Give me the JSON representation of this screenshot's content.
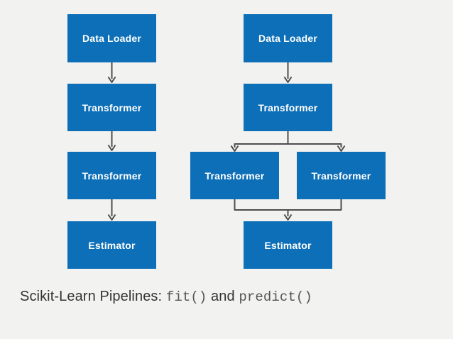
{
  "colors": {
    "background": "#f2f2f0",
    "node_fill": "#0d6fb7",
    "node_text": "#ffffff",
    "connector": "#4d4d4d",
    "caption_text": "#333333",
    "caption_code_text": "#555555"
  },
  "diagram": {
    "left_pipeline": {
      "nodes": [
        {
          "label": "Data Loader"
        },
        {
          "label": "Transformer"
        },
        {
          "label": "Transformer"
        },
        {
          "label": "Estimator"
        }
      ]
    },
    "right_pipeline": {
      "nodes": [
        {
          "label": "Data Loader"
        },
        {
          "label": "Transformer"
        },
        {
          "label": "Transformer"
        },
        {
          "label": "Transformer"
        },
        {
          "label": "Estimator"
        }
      ]
    }
  },
  "caption": {
    "prefix": "Scikit-Learn Pipelines: ",
    "code_fit": "fit()",
    "conjunction": " and ",
    "code_predict": "predict()"
  }
}
